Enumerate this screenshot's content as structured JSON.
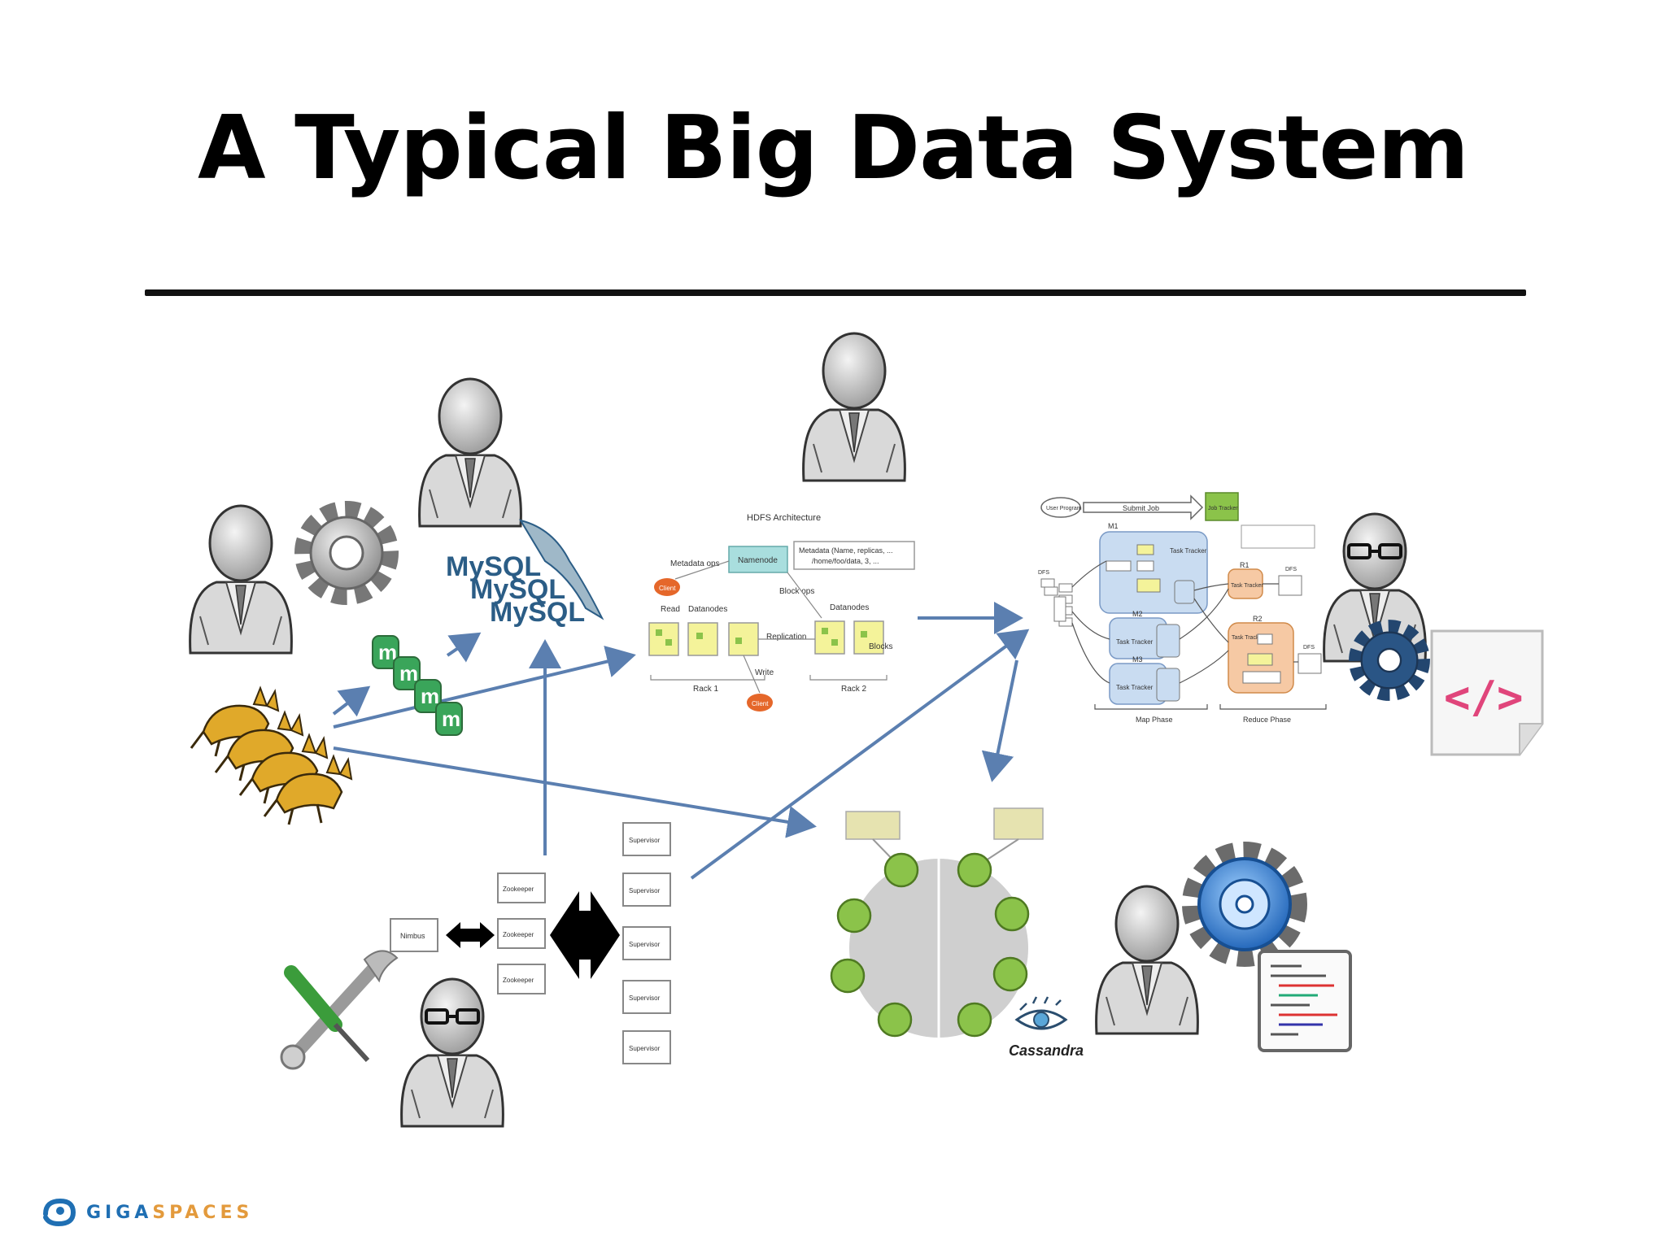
{
  "slide": {
    "title": "A Typical Big Data System"
  },
  "hdfs": {
    "title": "HDFS Architecture",
    "namenode": "Namenode",
    "metadata": "Metadata (Name, replicas, ...",
    "metadata2": "/home/foo/data, 3, ...",
    "metadata_ops": "Metadata ops",
    "block_ops": "Block ops",
    "client": "Client",
    "read": "Read",
    "datanodes_left": "Datanodes",
    "datanodes_right": "Datanodes",
    "replication": "Replication",
    "blocks": "Blocks",
    "write": "Write",
    "rack1": "Rack 1",
    "rack2": "Rack 2"
  },
  "mapreduce": {
    "user_program": "User Program",
    "submit_job": "Submit Job",
    "job_tracker": "Job Tracker",
    "task_tracker": "Task Tracker",
    "m1": "M1",
    "m2": "M2",
    "m3": "M3",
    "r1": "R1",
    "r2": "R2",
    "map_phase": "Map Phase",
    "reduce_phase": "Reduce Phase",
    "dfs": "DFS"
  },
  "storm": {
    "nimbus": "Nimbus",
    "zookeepers": [
      "Zookeeper",
      "Zookeeper",
      "Zookeeper"
    ],
    "supervisors": [
      "Supervisor",
      "Supervisor",
      "Supervisor",
      "Supervisor",
      "Supervisor"
    ]
  },
  "cassandra": {
    "label": "Cassandra",
    "logo_name": "cassandra-eye-icon"
  },
  "mysql": {
    "logo_text": [
      "MySQL",
      "MySQL",
      "MySQL"
    ]
  },
  "footer": {
    "brand_giga": "GIGA",
    "brand_spaces": "SPACES"
  },
  "colors": {
    "arrow": "#5b7fb0",
    "mysql_blue": "#2b5d86",
    "mysql_orange": "#e48e1b",
    "cassandra_node": "#8bc34a",
    "hdfs_block": "#f4f39a",
    "hdfs_namenode": "#a9dede",
    "client": "#e5672a",
    "mr_blue": "#c9dcf1",
    "mr_orange": "#f6c9a4",
    "footer_blue": "#1f6fb3",
    "footer_orange": "#e39a3c"
  }
}
